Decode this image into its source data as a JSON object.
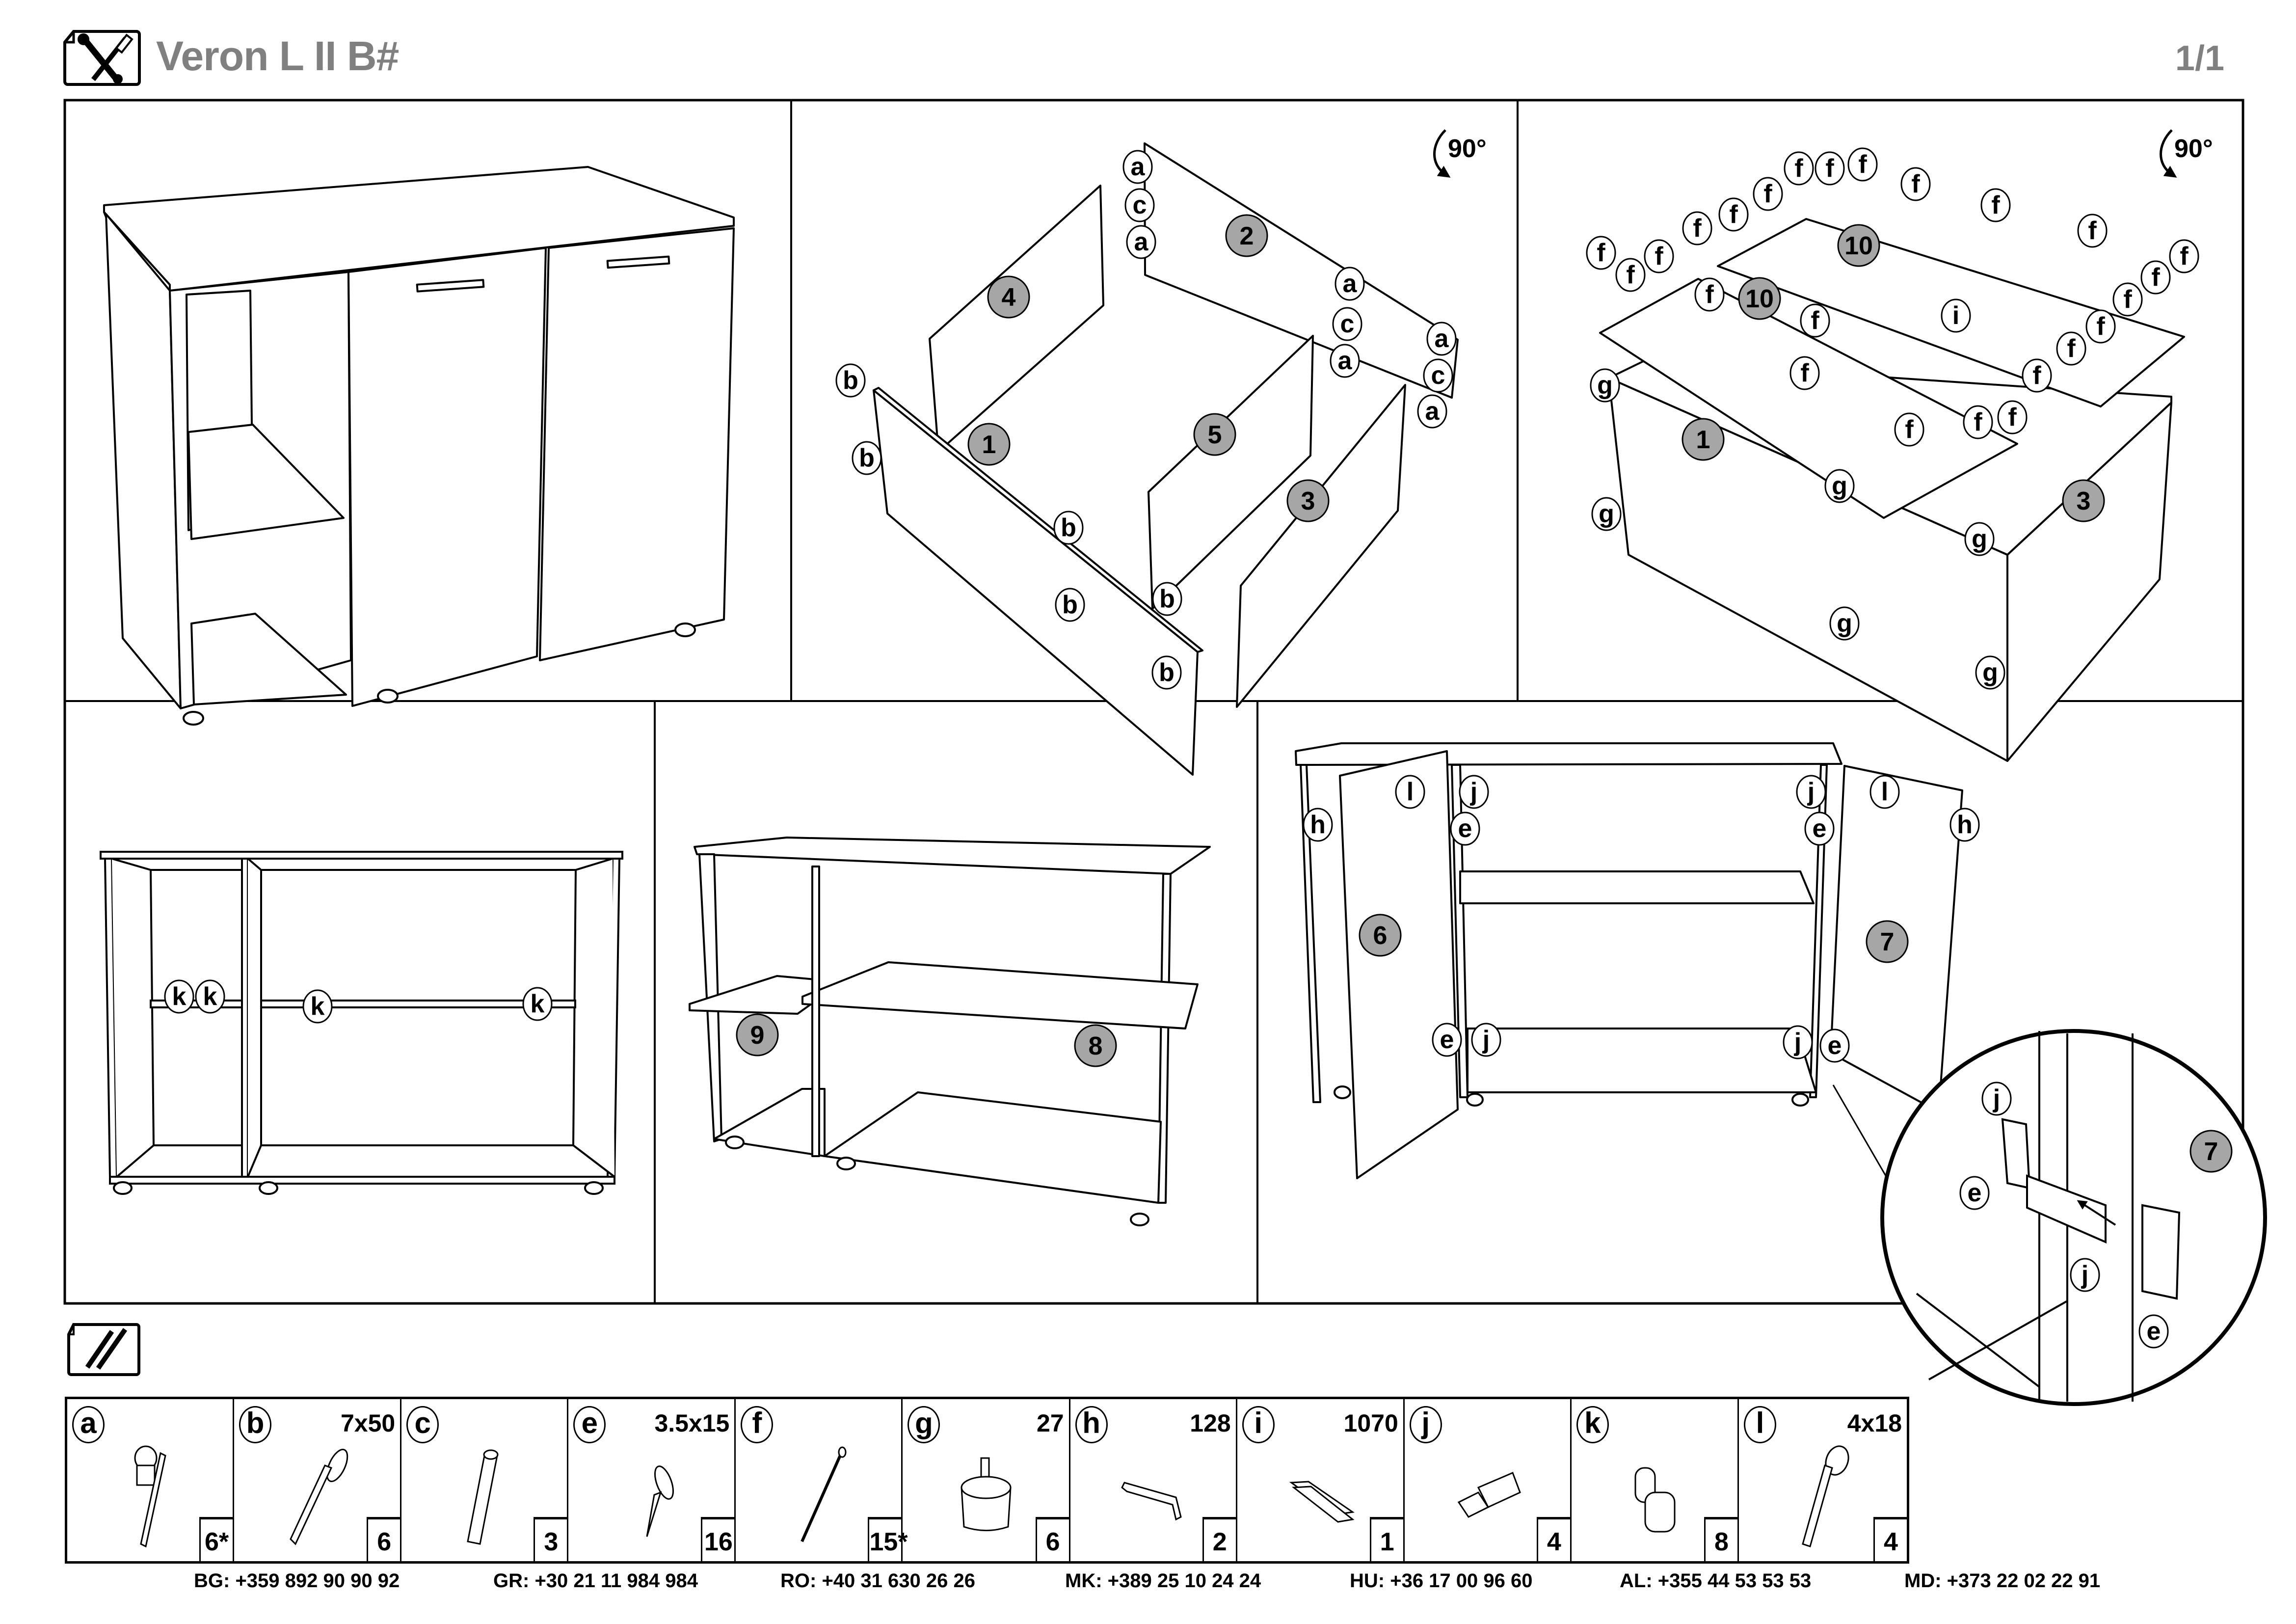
{
  "header": {
    "title": "Veron L II B#",
    "page": "1/1",
    "tools_icon": "wrench-screwdriver-icon"
  },
  "rotation_label": "90°",
  "steps": [
    {
      "id": 1,
      "panels": []
    },
    {
      "id": 2,
      "panels": [
        "1",
        "2",
        "3",
        "4",
        "5"
      ],
      "labels": [
        "a",
        "c",
        "a",
        "a",
        "c",
        "a",
        "a",
        "c",
        "a",
        "b",
        "b",
        "b",
        "b",
        "b",
        "b"
      ]
    },
    {
      "id": 3,
      "panels": [
        "1",
        "3",
        "10",
        "10"
      ],
      "labels_f_count": 24,
      "labels": [
        "i",
        "g",
        "g",
        "g",
        "g",
        "g",
        "g"
      ]
    },
    {
      "id": 4,
      "labels": [
        "k",
        "k",
        "k",
        "k"
      ]
    },
    {
      "id": 5,
      "panels": [
        "9",
        "8"
      ]
    },
    {
      "id": 6,
      "panels": [
        "6",
        "7",
        "7"
      ],
      "labels": [
        "l",
        "j",
        "h",
        "e",
        "j",
        "l",
        "e",
        "h",
        "e",
        "j",
        "j",
        "e",
        "j",
        "e",
        "j",
        "e"
      ]
    }
  ],
  "hardware_icon": "screws-icon",
  "parts": [
    {
      "letter": "a",
      "size": "",
      "qty": "6*",
      "icon": "cam-lock-icon"
    },
    {
      "letter": "b",
      "size": "7x50",
      "qty": "6",
      "icon": "confirmat-screw-icon"
    },
    {
      "letter": "c",
      "size": "",
      "qty": "3",
      "icon": "wooden-dowel-icon"
    },
    {
      "letter": "e",
      "size": "3.5x15",
      "qty": "16",
      "icon": "wood-screw-icon"
    },
    {
      "letter": "f",
      "size": "",
      "qty": "15*",
      "icon": "nail-icon"
    },
    {
      "letter": "g",
      "size": "27",
      "qty": "6",
      "icon": "furniture-foot-icon"
    },
    {
      "letter": "h",
      "size": "128",
      "qty": "2",
      "icon": "handle-icon"
    },
    {
      "letter": "i",
      "size": "1070",
      "qty": "1",
      "icon": "h-profile-icon"
    },
    {
      "letter": "j",
      "size": "",
      "qty": "4",
      "icon": "hinge-icon"
    },
    {
      "letter": "k",
      "size": "",
      "qty": "8",
      "icon": "shelf-pin-icon"
    },
    {
      "letter": "l",
      "size": "4x18",
      "qty": "4",
      "icon": "machine-screw-icon"
    }
  ],
  "contacts": [
    {
      "code": "BG:",
      "phone": "+359 892 90 90 92"
    },
    {
      "code": "GR:",
      "phone": "+30 21 11 984 984"
    },
    {
      "code": "RO:",
      "phone": "+40 31 630 26 26"
    },
    {
      "code": "MK:",
      "phone": "+389 25 10 24 24"
    },
    {
      "code": "HU:",
      "phone": "+36 17 00 96 60"
    },
    {
      "code": "AL:",
      "phone": "+355 44 53 53 53"
    },
    {
      "code": "MD:",
      "phone": "+373 22 02 22 91"
    }
  ],
  "colors": {
    "ink": "#000000",
    "title_grey": "#808080",
    "badge_grey": "#a6a6a6"
  }
}
